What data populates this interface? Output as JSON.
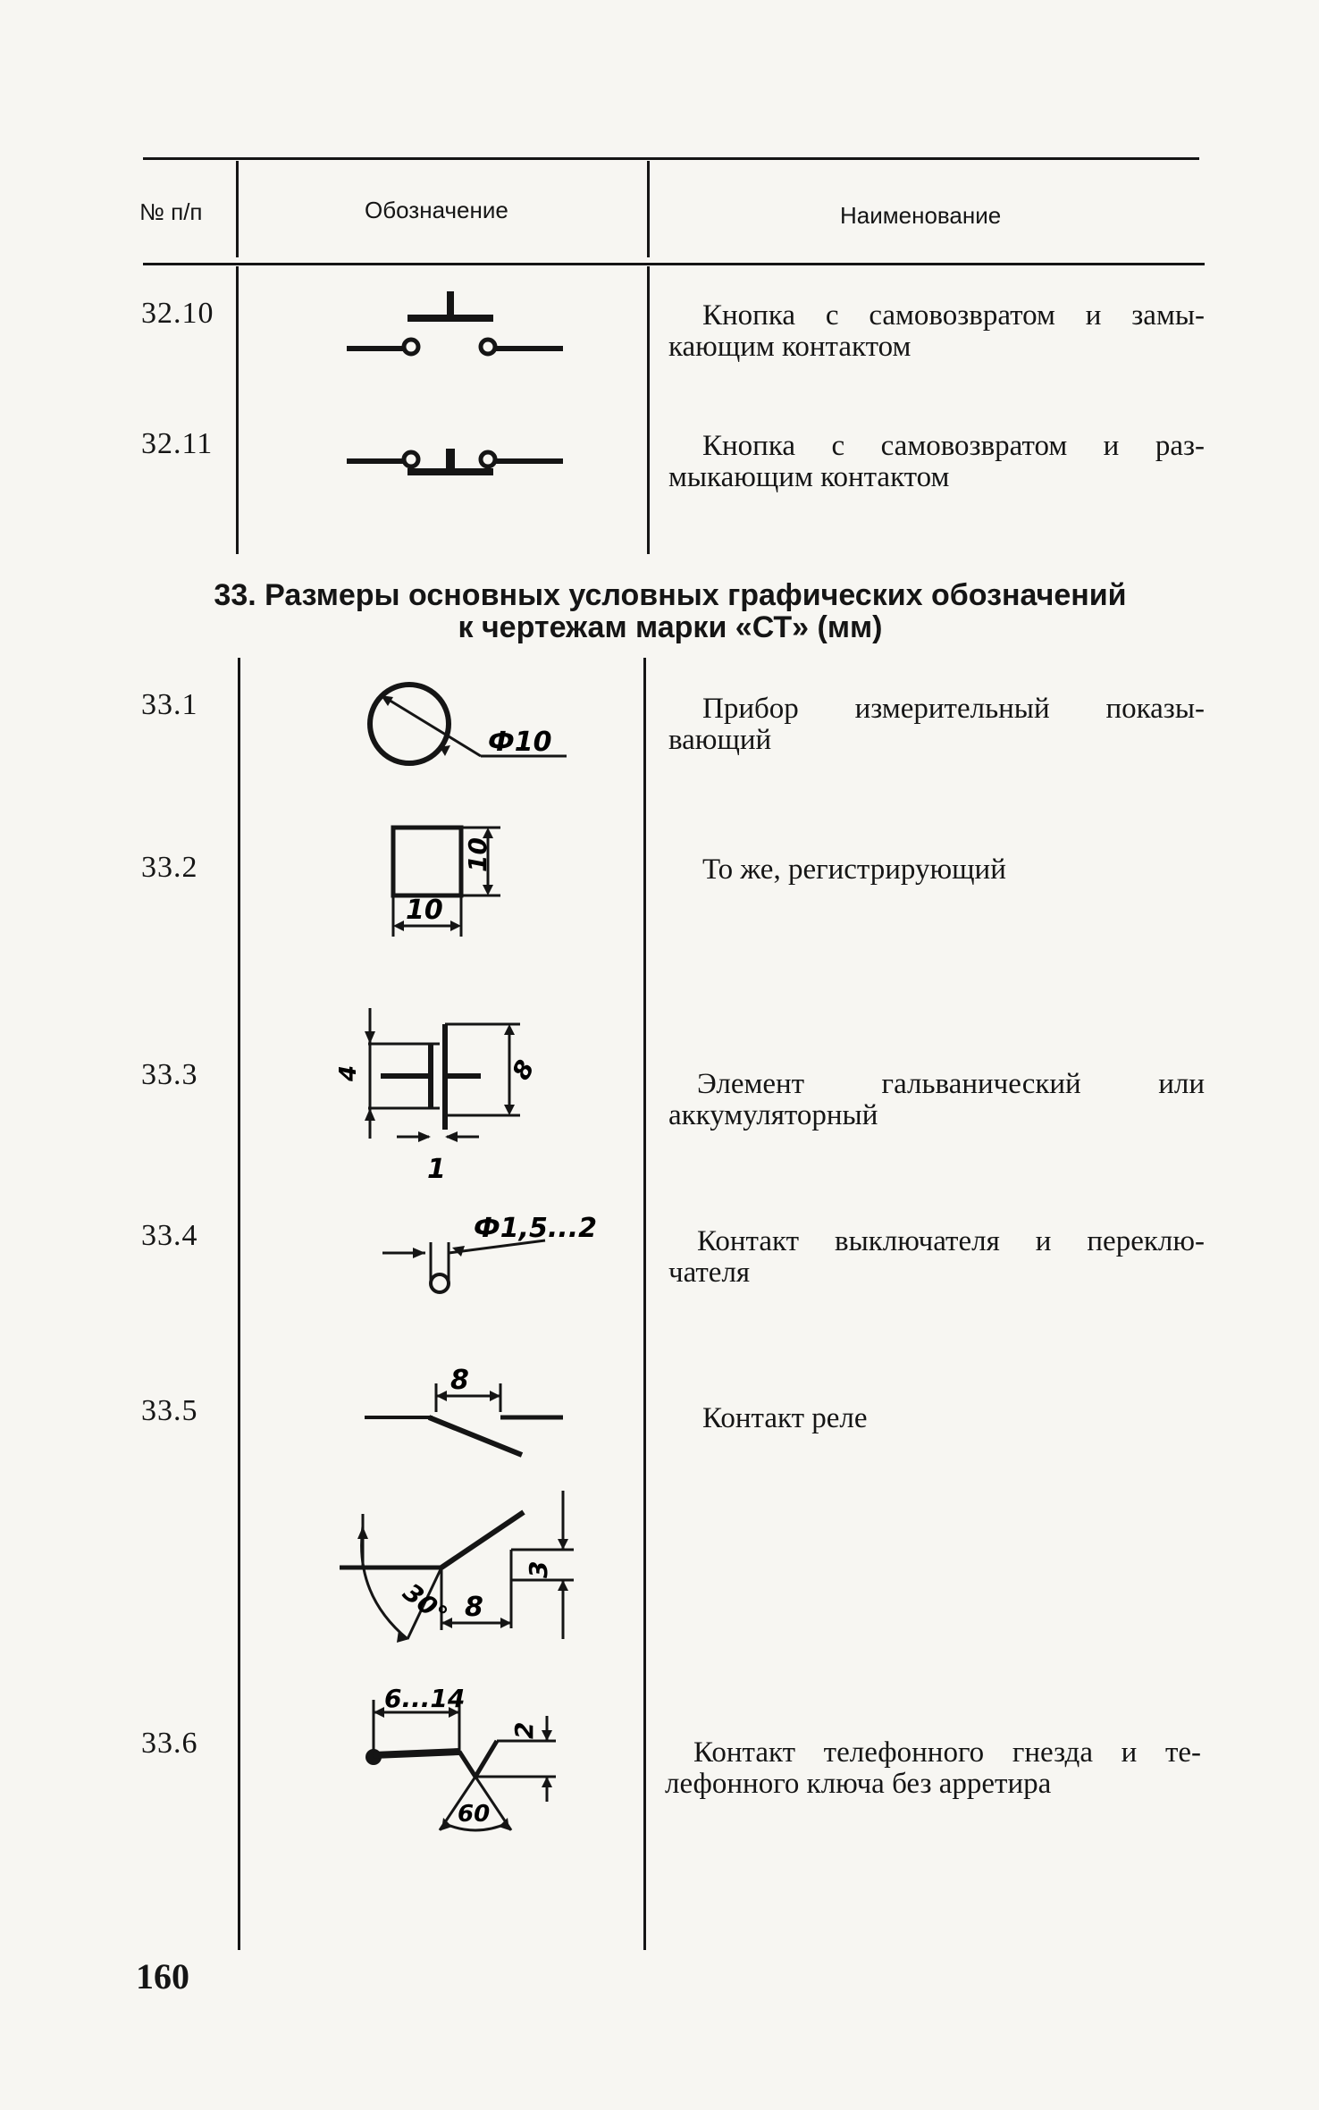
{
  "table_header": {
    "col_num": "№ п/п",
    "col_symbol": "Обозначение",
    "col_name": "Наименование"
  },
  "section_32_rows": [
    {
      "num": "32.10",
      "symbol_icon": "push-button-make-contact-icon",
      "name_lines": [
        "Кнопка с самовозвратом и замы-",
        "кающим контактом"
      ]
    },
    {
      "num": "32.11",
      "symbol_icon": "push-button-break-contact-icon",
      "name_lines": [
        "Кнопка с самовозвратом и раз-",
        "мыкающим контактом"
      ]
    }
  ],
  "section_33": {
    "title_line1": "33. Размеры основных условных графических обозначений",
    "title_line2": "к чертежам марки «СТ» (мм)"
  },
  "section_33_rows": [
    {
      "num": "33.1",
      "symbol_icon": "indicating-instrument-icon",
      "dims": [
        "Ф10"
      ],
      "name_lines": [
        "Прибор измерительный показы-",
        "вающий"
      ]
    },
    {
      "num": "33.2",
      "symbol_icon": "recording-instrument-icon",
      "dims": [
        "10",
        "10"
      ],
      "name_lines": [
        "То же, регистрирующий"
      ]
    },
    {
      "num": "33.3",
      "symbol_icon": "galvanic-cell-icon",
      "dims": [
        "4",
        "8",
        "1"
      ],
      "name_lines": [
        "Элемент гальванический или",
        "аккумуляторный"
      ]
    },
    {
      "num": "33.4",
      "symbol_icon": "switch-contact-icon",
      "dims": [
        "Ф1,5...2"
      ],
      "name_lines": [
        "Контакт выключателя и переклю-",
        "чателя"
      ]
    },
    {
      "num": "33.5",
      "symbol_icon": "relay-contact-icon",
      "dims": [
        "8",
        "8",
        "3",
        "30°"
      ],
      "name_lines": [
        "Контакт реле"
      ]
    },
    {
      "num": "33.6",
      "symbol_icon": "telephone-jack-contact-icon",
      "dims": [
        "6...14",
        "2",
        "60"
      ],
      "name_lines": [
        "Контакт телефонного гнезда и те-",
        "лефонного ключа без арретира"
      ]
    }
  ],
  "page_number": "160"
}
